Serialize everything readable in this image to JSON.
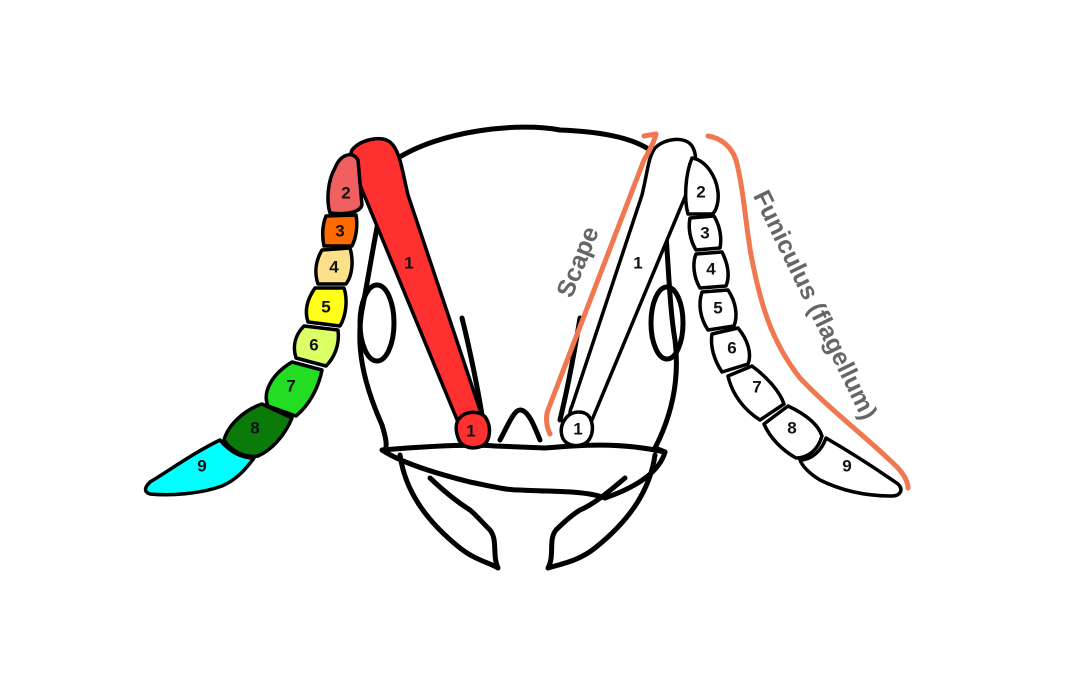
{
  "terms": {
    "scape": "Scape",
    "funiculus": "Funiculus (flagellum)"
  },
  "left_antenna": {
    "scape": {
      "label": "1",
      "color": "#ff3030"
    },
    "radicle": {
      "label": "1",
      "color": "#ff3030"
    },
    "funiculus": [
      {
        "label": "2",
        "color": "#f06060"
      },
      {
        "label": "3",
        "color": "#ff6a00"
      },
      {
        "label": "4",
        "color": "#fde08a"
      },
      {
        "label": "5",
        "color": "#ffff1a"
      },
      {
        "label": "6",
        "color": "#ddff66"
      },
      {
        "label": "7",
        "color": "#22dd22"
      },
      {
        "label": "8",
        "color": "#0a7a0a"
      },
      {
        "label": "9",
        "color": "#00ffff"
      }
    ]
  },
  "right_antenna": {
    "scape": {
      "label": "1",
      "color": "#ffffff"
    },
    "radicle": {
      "label": "1",
      "color": "#ffffff"
    },
    "funiculus": [
      {
        "label": "2",
        "color": "#ffffff"
      },
      {
        "label": "3",
        "color": "#ffffff"
      },
      {
        "label": "4",
        "color": "#ffffff"
      },
      {
        "label": "5",
        "color": "#ffffff"
      },
      {
        "label": "6",
        "color": "#ffffff"
      },
      {
        "label": "7",
        "color": "#ffffff"
      },
      {
        "label": "8",
        "color": "#ffffff"
      },
      {
        "label": "9",
        "color": "#ffffff"
      }
    ]
  },
  "bracket_color": "#f07850"
}
